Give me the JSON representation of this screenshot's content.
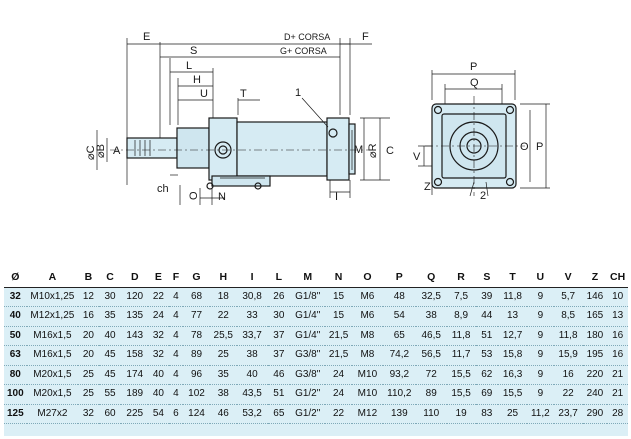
{
  "drawing": {
    "labels": {
      "e": "E",
      "d_corsa": "D+ CORSA",
      "f": "F",
      "s": "S",
      "g_corsa": "G+ CORSA",
      "l": "L",
      "h": "H",
      "u": "U",
      "t": "T",
      "one": "1",
      "dc": "⌀C",
      "db": "⌀B",
      "a": "A",
      "m": "M",
      "dr": "⌀R",
      "c": "C",
      "ch": "ch",
      "o_left": "O",
      "n": "N",
      "i": "I",
      "p_top": "P",
      "q": "Q",
      "v": "V",
      "z": "Z",
      "o_right": "O",
      "p_side": "P",
      "two": "2"
    }
  },
  "table": {
    "headers": [
      "Ø",
      "A",
      "B",
      "C",
      "D",
      "E",
      "F",
      "G",
      "H",
      "I",
      "L",
      "M",
      "N",
      "O",
      "P",
      "Q",
      "R",
      "S",
      "T",
      "U",
      "V",
      "Z",
      "CH"
    ],
    "rows": [
      [
        "32",
        "M10x1,25",
        "12",
        "30",
        "120",
        "22",
        "4",
        "68",
        "18",
        "30,8",
        "26",
        "G1/8\"",
        "15",
        "M6",
        "48",
        "32,5",
        "7,5",
        "39",
        "11,8",
        "9",
        "5,7",
        "146",
        "10"
      ],
      [
        "40",
        "M12x1,25",
        "16",
        "35",
        "135",
        "24",
        "4",
        "77",
        "22",
        "33",
        "30",
        "G1/4\"",
        "15",
        "M6",
        "54",
        "38",
        "8,9",
        "44",
        "13",
        "9",
        "8,5",
        "165",
        "13"
      ],
      [
        "50",
        "M16x1,5",
        "20",
        "40",
        "143",
        "32",
        "4",
        "78",
        "25,5",
        "33,7",
        "37",
        "G1/4\"",
        "21,5",
        "M8",
        "65",
        "46,5",
        "11,8",
        "51",
        "12,7",
        "9",
        "11,8",
        "180",
        "16"
      ],
      [
        "63",
        "M16x1,5",
        "20",
        "45",
        "158",
        "32",
        "4",
        "89",
        "25",
        "38",
        "37",
        "G3/8\"",
        "21,5",
        "M8",
        "74,2",
        "56,5",
        "11,7",
        "53",
        "15,8",
        "9",
        "15,9",
        "195",
        "16"
      ],
      [
        "80",
        "M20x1,5",
        "25",
        "45",
        "174",
        "40",
        "4",
        "96",
        "35",
        "40",
        "46",
        "G3/8\"",
        "24",
        "M10",
        "93,2",
        "72",
        "15,5",
        "62",
        "16,3",
        "9",
        "16",
        "220",
        "21"
      ],
      [
        "100",
        "M20x1,5",
        "25",
        "55",
        "189",
        "40",
        "4",
        "102",
        "38",
        "43,5",
        "51",
        "G1/2\"",
        "24",
        "M10",
        "110,2",
        "89",
        "15,5",
        "69",
        "15,5",
        "9",
        "22",
        "240",
        "21"
      ],
      [
        "125",
        "M27x2",
        "32",
        "60",
        "225",
        "54",
        "6",
        "124",
        "46",
        "53,2",
        "65",
        "G1/2\"",
        "22",
        "M12",
        "139",
        "110",
        "19",
        "83",
        "25",
        "11,2",
        "23,7",
        "290",
        "28"
      ]
    ]
  }
}
